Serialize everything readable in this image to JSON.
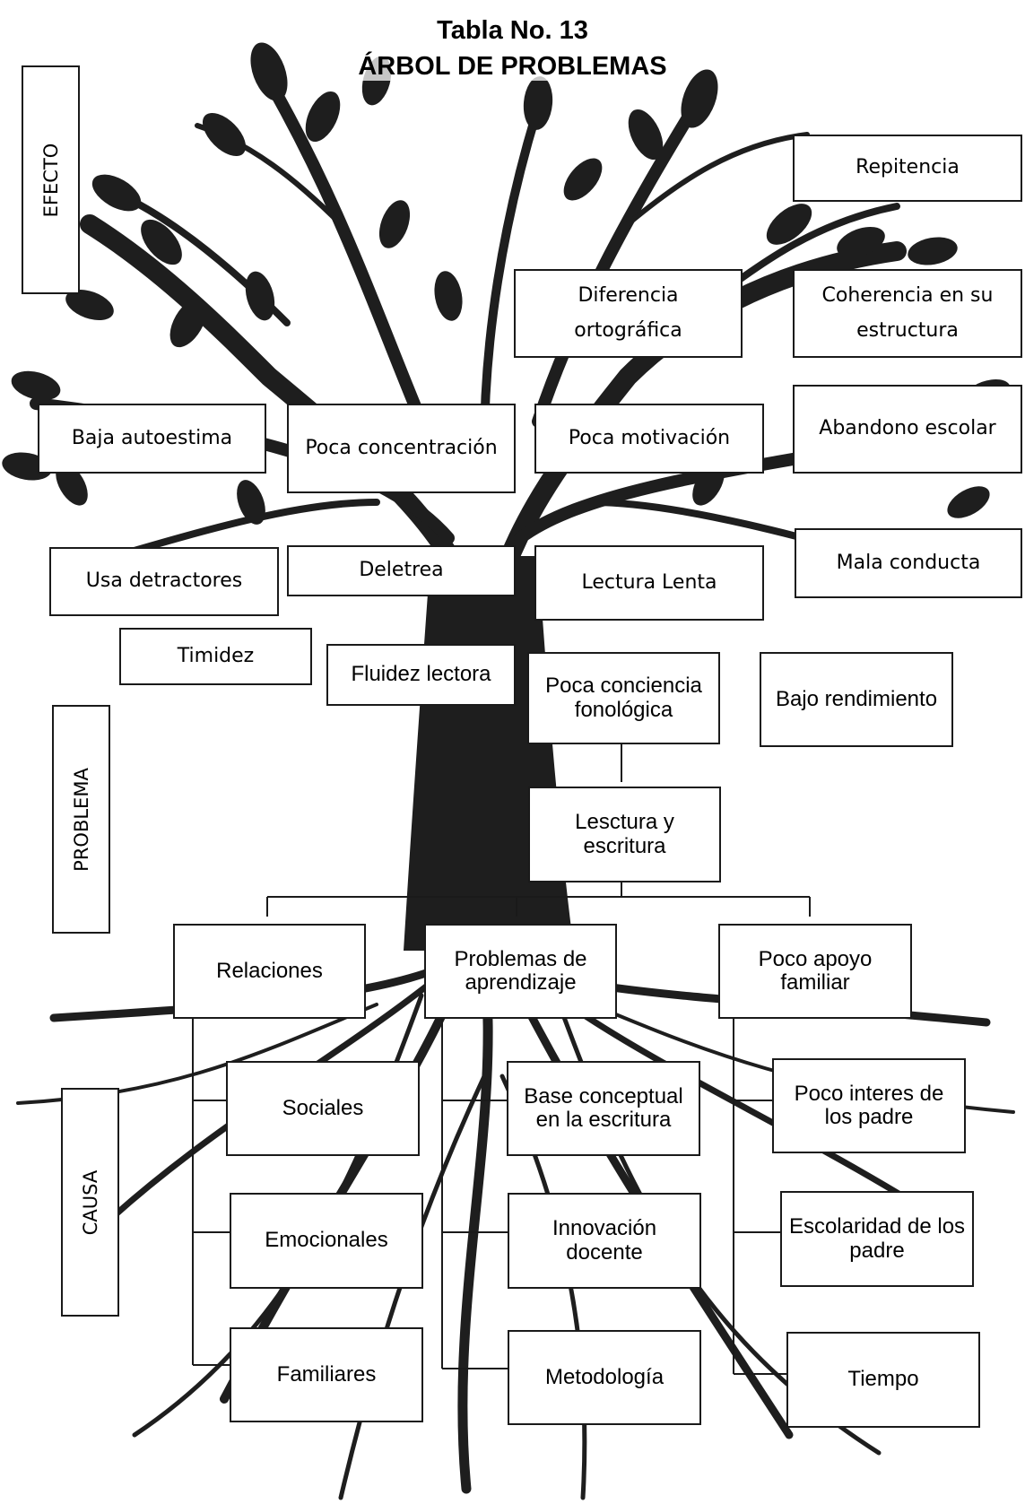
{
  "title": {
    "line1": "Tabla No. 13",
    "line2": "ÁRBOL DE PROBLEMAS"
  },
  "sections": {
    "efecto": "EFECTO",
    "problema": "PROBLEMA",
    "causa": "CAUSA"
  },
  "effects": {
    "repitencia": "Repitencia",
    "diferencia_ortografica": "Diferencia ortográfica",
    "coherencia": "Coherencia en su estructura",
    "baja_autoestima": "Baja autoestima",
    "poca_concentracion": "Poca concentración",
    "poca_motivacion": "Poca motivación",
    "abandono_escolar": "Abandono escolar",
    "usa_detractores": "Usa detractores",
    "deletrea": "Deletrea",
    "lectura_lenta": "Lectura Lenta",
    "mala_conducta": "Mala conducta",
    "timidez": "Timidez",
    "fluidez_lectora": "Fluidez lectora",
    "poca_conciencia": "Poca conciencia fonológica",
    "bajo_rendimiento": "Bajo rendimiento"
  },
  "problem": "Lesctura y escritura",
  "causes": {
    "relaciones": {
      "label": "Relaciones",
      "children": [
        "Sociales",
        "Emocionales",
        "Familiares"
      ]
    },
    "problemas_aprendizaje": {
      "label": "Problemas de aprendizaje",
      "children": [
        "Base conceptual en la escritura",
        "Innovación docente",
        "Metodología"
      ]
    },
    "poco_apoyo": {
      "label": "Poco apoyo familiar",
      "children": [
        "Poco interes de los padre",
        "Escolaridad de los padre",
        "Tiempo"
      ]
    }
  }
}
